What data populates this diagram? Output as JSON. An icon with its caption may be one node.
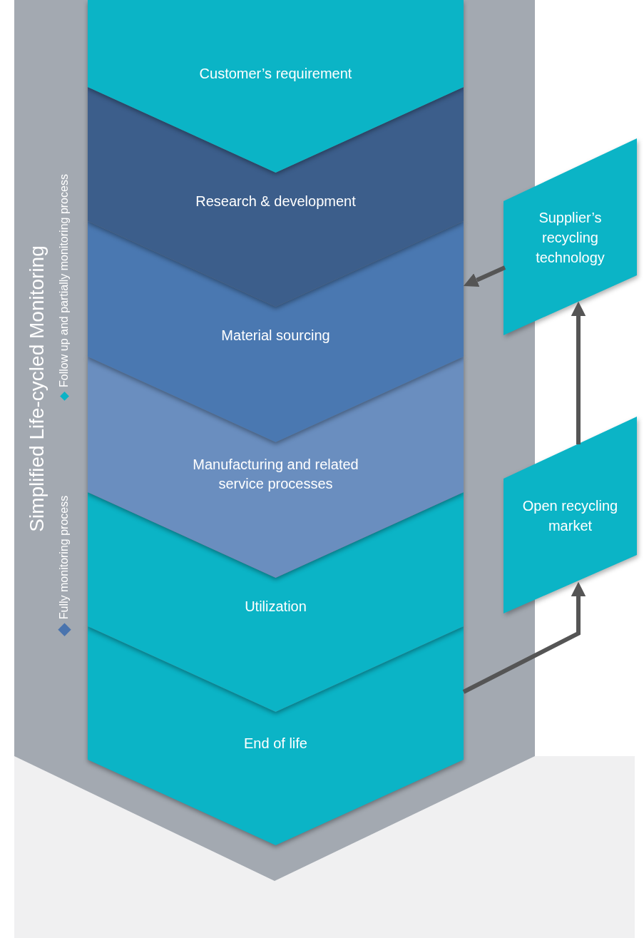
{
  "diagram": {
    "nodes": [
      {
        "text": [
          "Simplified Life-cycled Monitoring"
        ]
      },
      {
        "text": [
          "Customer’s requirement"
        ],
        "in": 0
      },
      {
        "text": [
          "Research & development"
        ],
        "in": 0
      },
      {
        "text": [
          "Material sourcing"
        ],
        "in": 0
      },
      {
        "text": [
          "Manufacturing and related service processes"
        ],
        "in": 0
      },
      {
        "text": [
          "Utilization"
        ],
        "in": 0
      },
      {
        "text": [
          "End of life"
        ],
        "in": 0
      },
      {
        "text": [
          "Supplier’s recycling technology"
        ]
      },
      {
        "text": [
          "Open recycling market"
        ]
      }
    ],
    "edges": [
      {
        "from": 6,
        "to": 8,
        "arrow": "to"
      },
      {
        "from": 8,
        "to": 7,
        "arrow": "to"
      },
      {
        "from": 7,
        "to": 3,
        "arrow": "to"
      }
    ],
    "legend": [
      {
        "text": "Fully monitoring process",
        "color": "#4a74ae"
      },
      {
        "text": "Follow up and partially monitoring process",
        "color": "#0ab3c6"
      }
    ]
  }
}
